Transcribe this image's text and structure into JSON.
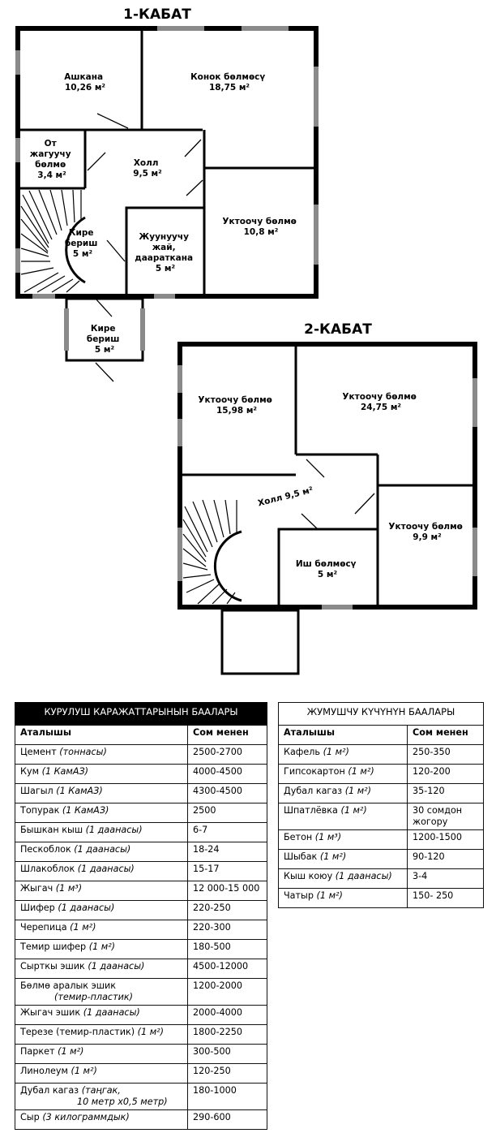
{
  "floor1": {
    "title": "1-КАБАТ",
    "rooms": [
      {
        "name": "Ашкана",
        "area": "10,26 м²"
      },
      {
        "name": "Конок бөлмөсү",
        "area": "18,75 м²"
      },
      {
        "name": "От",
        "name2": "жагуучу",
        "name3": "бөлмө",
        "area": "3,4 м²"
      },
      {
        "name": "Холл",
        "area": "9,5 м²"
      },
      {
        "name": "Уктоочу бөлмө",
        "area": "10,8 м²"
      },
      {
        "name": "Кире",
        "name2": "бериш",
        "area": "5 м²"
      },
      {
        "name": "Жуунуучу",
        "name2": "жай,",
        "name3": "дааратканa",
        "area": "5 м²"
      },
      {
        "name": "Кире",
        "name2": "бериш",
        "area": "5 м²"
      }
    ]
  },
  "floor2": {
    "title": "2-КАБАТ",
    "rooms": [
      {
        "name": "Уктоочу бөлмө",
        "area": "15,98 м²"
      },
      {
        "name": "Уктоочу бөлмө",
        "area": "24,75 м²"
      },
      {
        "name": "Холл 9,5 м²"
      },
      {
        "name": "Уктоочу бөлмө",
        "area": "9,9 м²"
      },
      {
        "name": "Иш бөлмөсү",
        "area": "5 м²"
      }
    ]
  },
  "materials": {
    "title": "КУРУЛУШ КАРАЖАТТАРЫНЫН БААЛАРЫ",
    "col_name": "Аталышы",
    "col_price": "Сом менен",
    "rows": [
      {
        "name": "Цемент",
        "unit": "(тоннасы)",
        "price": "2500-2700"
      },
      {
        "name": "Кум",
        "unit": "(1 КамАЗ)",
        "price": "4000-4500"
      },
      {
        "name": "Шагыл",
        "unit": "(1 КамАЗ)",
        "price": "4300-4500"
      },
      {
        "name": "Топурак",
        "unit": "(1 КамАЗ)",
        "price": "2500"
      },
      {
        "name": "Бышкан кыш",
        "unit": "(1 даанасы)",
        "price": "6-7"
      },
      {
        "name": "Пескоблок",
        "unit": "(1 даанасы)",
        "price": "18-24"
      },
      {
        "name": "Шлакоблок",
        "unit": "(1 даанасы)",
        "price": "15-17"
      },
      {
        "name": "Жыгач",
        "unit": "(1 м³)",
        "price": "12 000-15 000"
      },
      {
        "name": "Шифер",
        "unit": "(1 даанасы)",
        "price": "220-250"
      },
      {
        "name": "Черепица",
        "unit": "(1 м²)",
        "price": "220-300"
      },
      {
        "name": "Темир шифер",
        "unit": "(1 м²)",
        "price": "180-500"
      },
      {
        "name": "Сырткы эшик",
        "unit": "(1 даанасы)",
        "price": "4500-12000"
      },
      {
        "name": "Бөлмө аралык эшик",
        "unit": "(темир-пластик)",
        "price": "1200-2000"
      },
      {
        "name": "Жыгач эшик",
        "unit": "(1 даанасы)",
        "price": "2000-4000"
      },
      {
        "name": "Терезе (темир-пластик)",
        "unit": "(1 м²)",
        "price": "1800-2250"
      },
      {
        "name": "Паркет",
        "unit": "(1 м²)",
        "price": "300-500"
      },
      {
        "name": "Линолеум",
        "unit": "(1 м²)",
        "price": "120-250"
      },
      {
        "name": "Дубал кагаз",
        "unit": "(таңгак,",
        "unit2": "10 метр х0,5 метр)",
        "price": "180-1000"
      },
      {
        "name": "Сыр",
        "unit": "(3 килограммдык)",
        "price": "290-600"
      }
    ]
  },
  "labour": {
    "title": "ЖУМУШЧУ КҮЧҮНҮН БААЛАРЫ",
    "col_name": "Аталышы",
    "col_price": "Сом менен",
    "rows": [
      {
        "name": "Кафель",
        "unit": "(1 м²)",
        "price": "250-350"
      },
      {
        "name": "Гипсокартон",
        "unit": "(1 м²)",
        "price": "120-200"
      },
      {
        "name": "Дубал кагаз",
        "unit": "(1 м²)",
        "price": "35-120"
      },
      {
        "name": "Шпатлёвка",
        "unit": "(1 м²)",
        "price": "30 сомдон жогору"
      },
      {
        "name": "Бетон",
        "unit": "(1 м³)",
        "price": "1200-1500"
      },
      {
        "name": "Шыбак",
        "unit": "(1 м²)",
        "price": "90-120"
      },
      {
        "name": "Кыш коюу",
        "unit": "(1 даанасы)",
        "price": "3-4"
      },
      {
        "name": "Чатыр",
        "unit": "(1 м²)",
        "price": "150- 250"
      }
    ]
  }
}
